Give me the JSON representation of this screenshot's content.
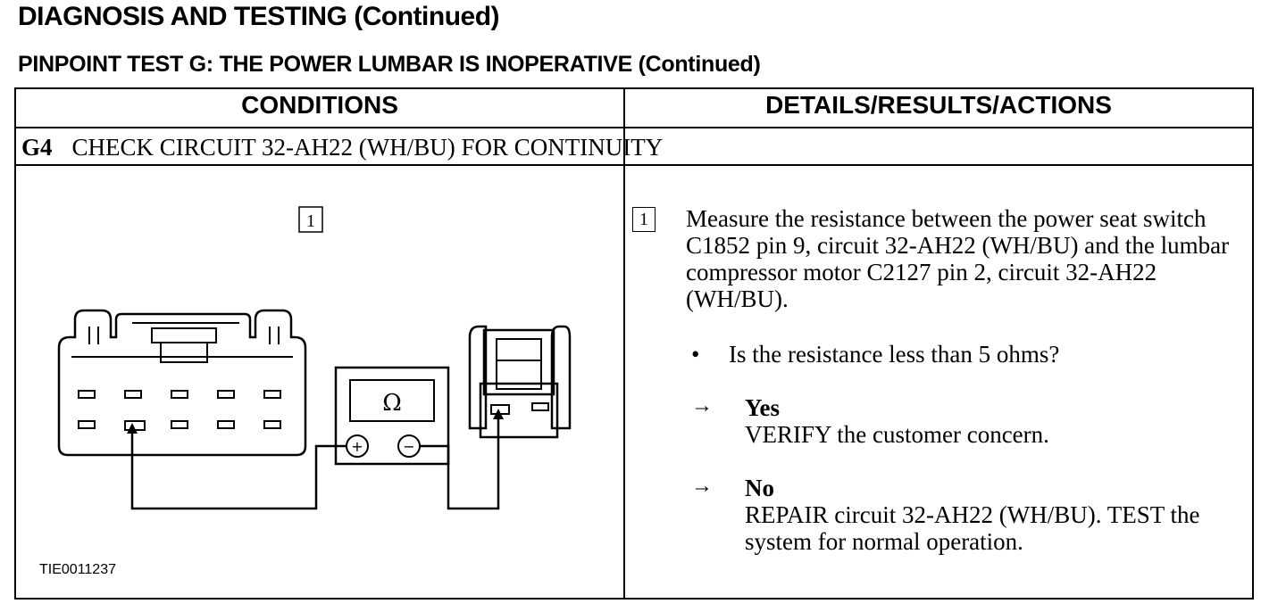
{
  "header": {
    "title": "DIAGNOSIS AND TESTING (Continued)",
    "subtitle": "PINPOINT TEST G: THE POWER LUMBAR IS INOPERATIVE (Continued)"
  },
  "table": {
    "col_conditions": "CONDITIONS",
    "col_details": "DETAILS/RESULTS/ACTIONS",
    "step_code": "G4",
    "step_title": "CHECK CIRCUIT 32-AH22 (WH/BU) FOR CONTINUITY"
  },
  "diagram": {
    "callout": "1",
    "meter_symbol": "Ω",
    "plus_symbol": "+",
    "minus_symbol": "−",
    "figure_id": "TIE0011237"
  },
  "details": {
    "callout": "1",
    "instruction": "Measure the resistance between the power seat switch C1852 pin 9, circuit 32-AH22 (WH/BU) and the lumbar compressor motor C2127 pin 2, circuit 32-AH22 (WH/BU).",
    "bullet": "•",
    "question": "Is the resistance less than 5 ohms?",
    "arrow": "→",
    "yes_label": "Yes",
    "yes_action": "VERIFY the customer concern.",
    "no_label": "No",
    "no_action": "REPAIR circuit 32-AH22 (WH/BU). TEST the system for normal operation."
  }
}
